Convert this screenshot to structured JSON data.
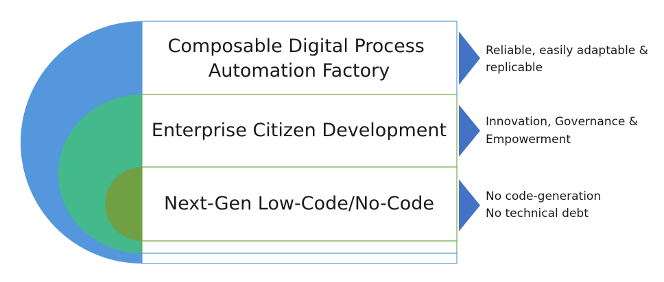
{
  "colors": {
    "outer_arc": "#5597dc",
    "middle_arc": "#43b98c",
    "inner_arc": "#6fa043",
    "arrow": "#4472c4",
    "box_border_blue": "#5b9bd5",
    "box_border_green": "#70ad47"
  },
  "layers": [
    {
      "title_lines": [
        "Composable Digital Process",
        "Automation Factory"
      ],
      "note_lines": [
        "Reliable, easily adaptable &",
        "replicable"
      ]
    },
    {
      "title_lines": [
        "Enterprise Citizen Development"
      ],
      "note_lines": [
        "Innovation, Governance &",
        "Empowerment"
      ]
    },
    {
      "title_lines": [
        "Next-Gen Low-Code/No-Code"
      ],
      "note_lines": [
        "No code-generation",
        "No technical debt"
      ]
    }
  ]
}
